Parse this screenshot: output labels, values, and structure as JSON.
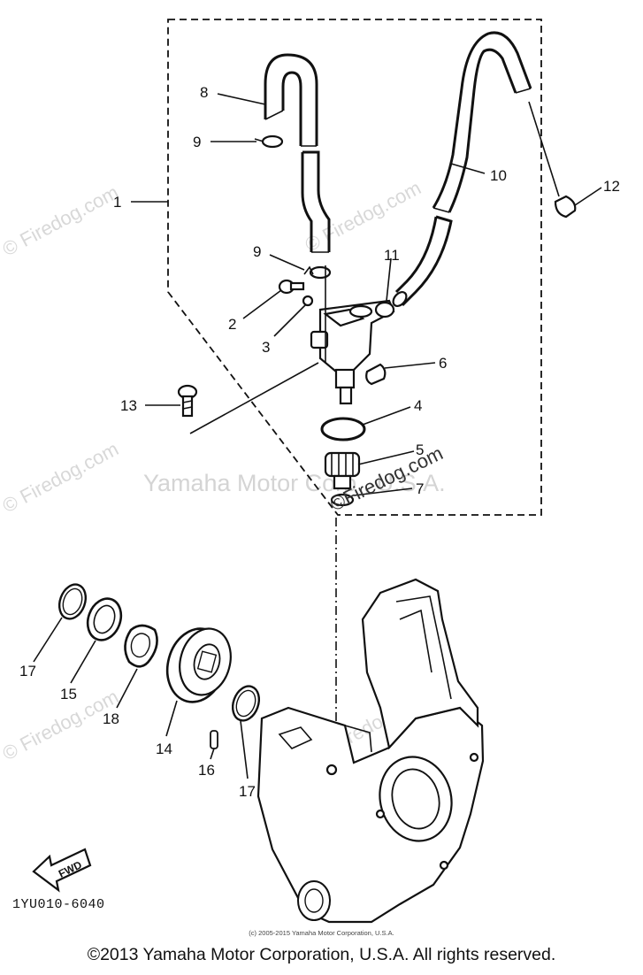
{
  "callouts": {
    "c1": "1",
    "c2": "2",
    "c3": "3",
    "c4": "4",
    "c5": "5",
    "c6": "6",
    "c7": "7",
    "c8": "8",
    "c9a": "9",
    "c9b": "9",
    "c10": "10",
    "c11": "11",
    "c12": "12",
    "c13": "13",
    "c14": "14",
    "c15": "15",
    "c16": "16",
    "c17a": "17",
    "c17b": "17",
    "c18": "18"
  },
  "watermarks": {
    "firedog": "© Firedog.com",
    "firedog_center": "©Firedog.com",
    "yamaha": "Yamaha Motor Corp., U.S.A."
  },
  "fwd_label": "FWD",
  "part_code": "1YU010-6040",
  "small_credit": "(c) 2005-2015 Yamaha Motor Corporation, U.S.A.",
  "copyright": "©2013 Yamaha Motor Corporation, U.S.A. All rights reserved."
}
